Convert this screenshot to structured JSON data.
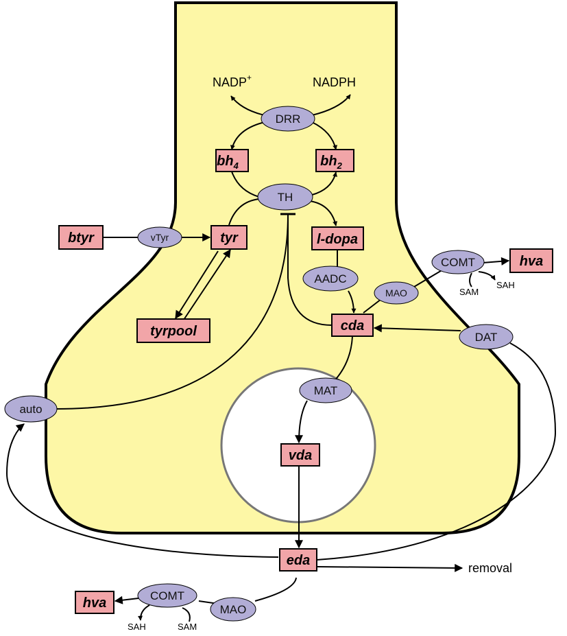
{
  "colors": {
    "neuron_fill": "#fdf7a6",
    "metabolite_fill": "#f1a5a8",
    "enzyme_fill": "#b2add6",
    "vesicle_fill": "#ffffff",
    "vesicle_stroke": "#777777",
    "line": "#000000"
  },
  "metabolites": {
    "btyr": "btyr",
    "tyr": "tyr",
    "tyrpool": "tyrpool",
    "bh4_base": "bh",
    "bh4_sub": "4",
    "bh2_base": "bh",
    "bh2_sub": "2",
    "ldopa": "l-dopa",
    "cda": "cda",
    "vda": "vda",
    "eda": "eda",
    "hva_top": "hva",
    "hva_bottom": "hva"
  },
  "enzymes": {
    "drr": "DRR",
    "th": "TH",
    "vtyr": "vTyr",
    "aadc": "AADC",
    "mao_top": "MAO",
    "comt_top": "COMT",
    "dat": "DAT",
    "mat": "MAT",
    "auto": "auto",
    "comt_bottom": "COMT",
    "mao_bottom": "MAO"
  },
  "labels": {
    "nadp": "NADP",
    "nadp_sup": "+",
    "nadph": "NADPH",
    "removal": "removal",
    "sam_top": "SAM",
    "sah_top": "SAH",
    "sah_bottom": "SAH",
    "sam_bottom": "SAM"
  }
}
